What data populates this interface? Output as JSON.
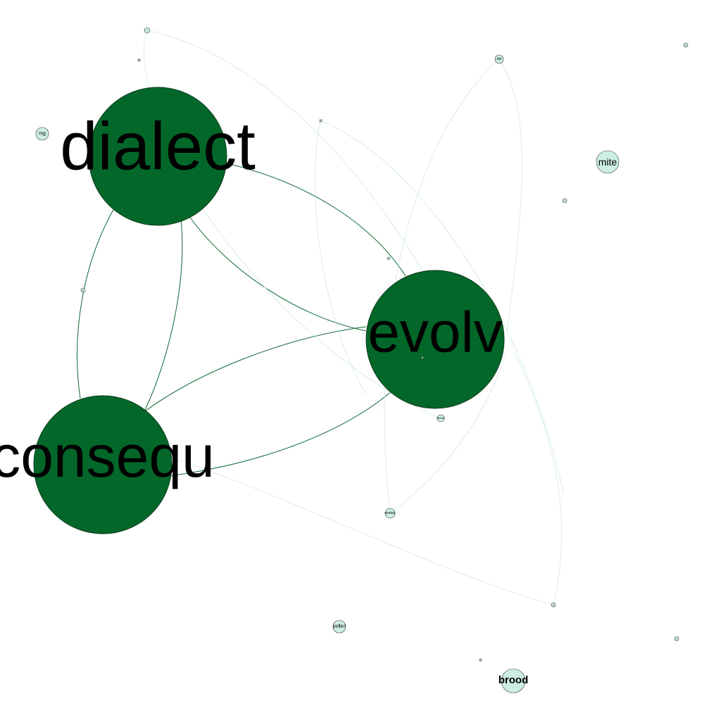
{
  "graph": {
    "node_fill_major": "#03672a",
    "node_fill_minor": "#cdeee3",
    "edge_strong_color": "#0f6a33",
    "edge_weak_color": "#cfe9e2",
    "nodes": [
      {
        "id": "dialect",
        "label": "dialect"
      },
      {
        "id": "evolv",
        "label": "evolv"
      },
      {
        "id": "consequ",
        "label": "consequ"
      },
      {
        "id": "mite",
        "label": "mite"
      },
      {
        "id": "brood",
        "label": "brood"
      },
      {
        "id": "pollen",
        "label": "pollen"
      },
      {
        "id": "worker",
        "label": "worker"
      },
      {
        "id": "mg",
        "label": "mg"
      },
      {
        "id": "dai",
        "label": "dai"
      },
      {
        "id": "t",
        "label": "t"
      },
      {
        "id": "chemic",
        "label": "chemic"
      },
      {
        "id": "n1",
        "label": "o"
      },
      {
        "id": "n2",
        "label": "c"
      },
      {
        "id": "n3",
        "label": "o"
      },
      {
        "id": "n4",
        "label": "o"
      },
      {
        "id": "n5",
        "label": "c"
      },
      {
        "id": "n6",
        "label": "c"
      },
      {
        "id": "n7",
        "label": "a"
      },
      {
        "id": "n8",
        "label": "b"
      },
      {
        "id": "n9",
        "label": "a"
      },
      {
        "id": "n10",
        "label": "b"
      }
    ]
  }
}
